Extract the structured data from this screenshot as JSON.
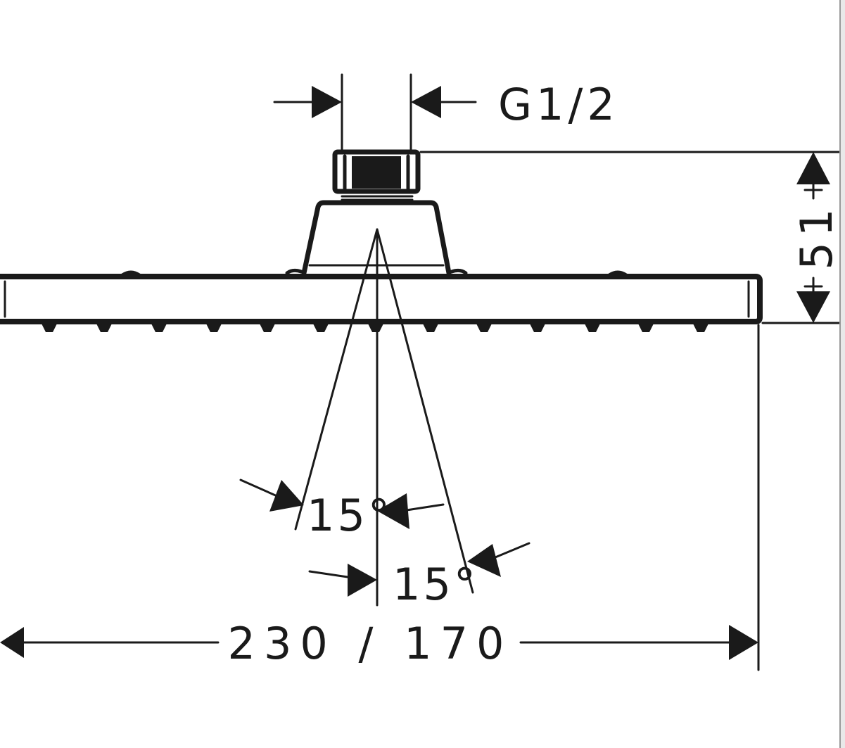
{
  "drawing": {
    "thread_label": "G1/2",
    "height_label": "51",
    "angle_left_label": "15°",
    "angle_right_label": "15°",
    "width_label": "230 / 170",
    "stroke_color": "#1a1a1a",
    "background_color": "#ffffff"
  }
}
